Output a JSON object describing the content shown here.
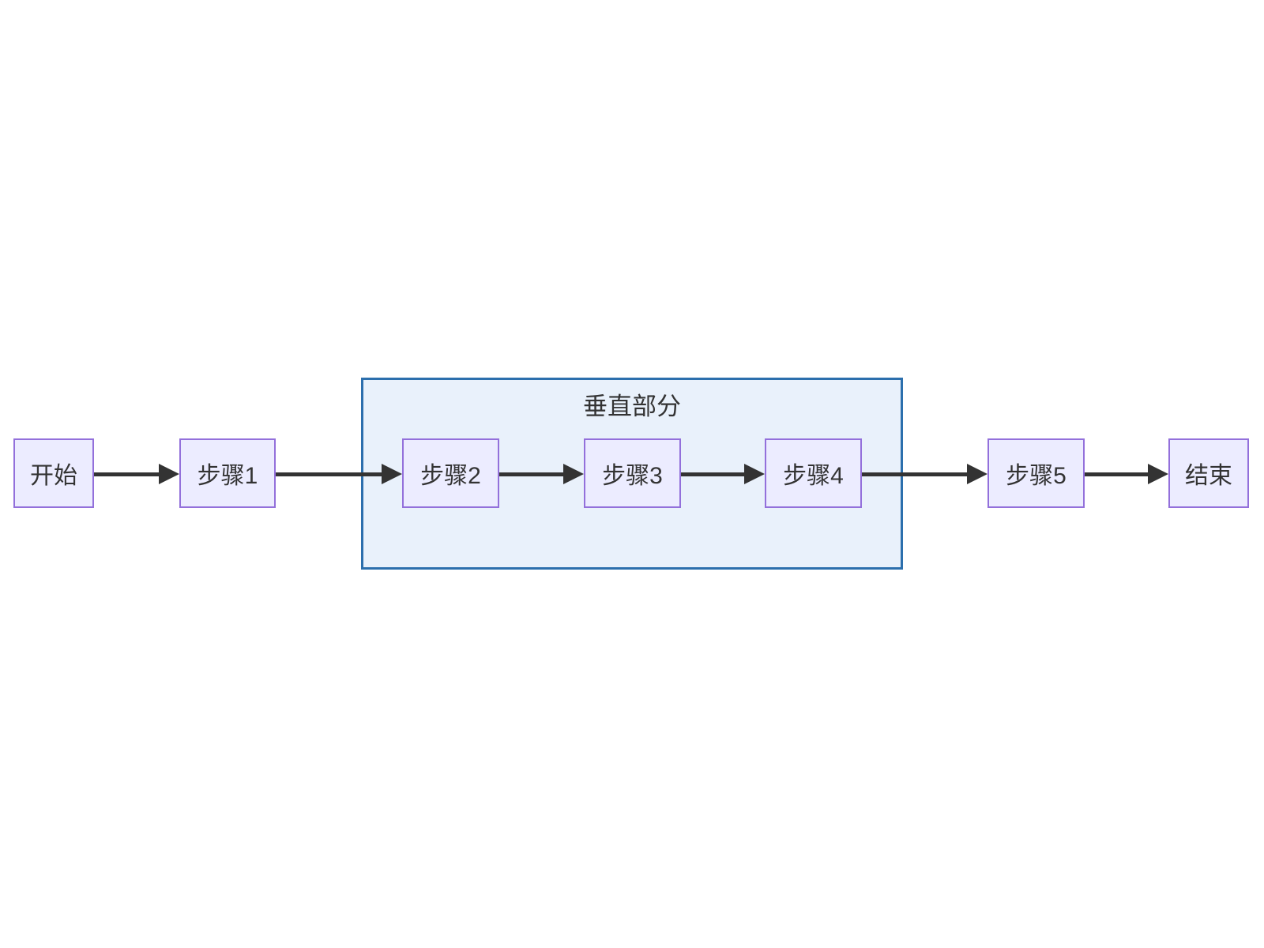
{
  "diagram": {
    "type": "flowchart",
    "direction": "left-to-right",
    "nodes": [
      {
        "id": "start",
        "label": "开始"
      },
      {
        "id": "step1",
        "label": "步骤1"
      },
      {
        "id": "step2",
        "label": "步骤2"
      },
      {
        "id": "step3",
        "label": "步骤3"
      },
      {
        "id": "step4",
        "label": "步骤4"
      },
      {
        "id": "step5",
        "label": "步骤5"
      },
      {
        "id": "end",
        "label": "结束"
      }
    ],
    "subgraph": {
      "label": "垂直部分",
      "contains": [
        "步骤2",
        "步骤3",
        "步骤4"
      ]
    },
    "edges": [
      {
        "from": "开始",
        "to": "步骤1"
      },
      {
        "from": "步骤1",
        "to": "步骤2"
      },
      {
        "from": "步骤2",
        "to": "步骤3"
      },
      {
        "from": "步骤3",
        "to": "步骤4"
      },
      {
        "from": "步骤4",
        "to": "步骤5"
      },
      {
        "from": "步骤5",
        "to": "结束"
      }
    ],
    "colors": {
      "node_fill": "#ECECFF",
      "node_border": "#9370DB",
      "subgraph_fill": "#E9F1FB",
      "subgraph_border": "#2C6FAD",
      "edge": "#333333",
      "text": "#333333",
      "background": "#FFFFFF"
    }
  }
}
